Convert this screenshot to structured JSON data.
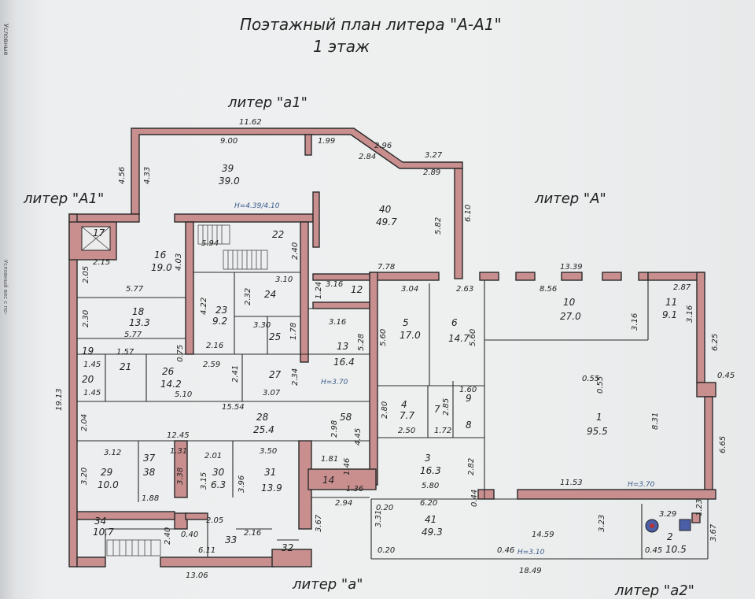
{
  "title": "Поэтажный план литера \"А-А1\"",
  "subtitle": "1 этаж",
  "binding_text": "Условные",
  "binding_text2": "Условный вес с по-",
  "labels": {
    "lit_a1_small": "литер \"а1\"",
    "lit_A1": "литер \"А1\"",
    "lit_A": "литер \"А\"",
    "lit_a": "литер \"а\"",
    "lit_a2": "литер \"а2\""
  },
  "heights": {
    "h1": "Н=4.39/4.10",
    "h2": "Н=3.70",
    "h3": "Н=3.70",
    "h4": "Н=3.10"
  },
  "rooms": [
    {
      "n": "39",
      "area": "39.0"
    },
    {
      "n": "40",
      "area": "49.7"
    },
    {
      "n": "16",
      "area": "19.0"
    },
    {
      "n": "18",
      "area": "13.3"
    },
    {
      "n": "22",
      "area": ""
    },
    {
      "n": "23",
      "area": "9.2"
    },
    {
      "n": "24",
      "area": ""
    },
    {
      "n": "25",
      "area": ""
    },
    {
      "n": "12",
      "area": ""
    },
    {
      "n": "13",
      "area": "16.4"
    },
    {
      "n": "5",
      "area": "17.0"
    },
    {
      "n": "6",
      "area": "14.7"
    },
    {
      "n": "10",
      "area": "27.0"
    },
    {
      "n": "11",
      "area": "9.1"
    },
    {
      "n": "1",
      "area": "95.5"
    },
    {
      "n": "19",
      "area": ""
    },
    {
      "n": "20",
      "area": ""
    },
    {
      "n": "21",
      "area": ""
    },
    {
      "n": "26",
      "area": "14.2"
    },
    {
      "n": "27",
      "area": ""
    },
    {
      "n": "4",
      "area": "7.7"
    },
    {
      "n": "7",
      "area": ""
    },
    {
      "n": "8",
      "area": ""
    },
    {
      "n": "9",
      "area": ""
    },
    {
      "n": "28",
      "area": "25.4"
    },
    {
      "n": "58",
      "area": ""
    },
    {
      "n": "3",
      "area": "16.3"
    },
    {
      "n": "29",
      "area": "10.0"
    },
    {
      "n": "37",
      "area": ""
    },
    {
      "n": "38",
      "area": ""
    },
    {
      "n": "30",
      "area": "6.3"
    },
    {
      "n": "31",
      "area": "13.9"
    },
    {
      "n": "14",
      "area": ""
    },
    {
      "n": "34",
      "area": "10.7"
    },
    {
      "n": "33",
      "area": ""
    },
    {
      "n": "32",
      "area": ""
    },
    {
      "n": "41",
      "area": "49.3"
    },
    {
      "n": "2",
      "area": "10.5"
    },
    {
      "n": "17",
      "area": ""
    }
  ],
  "dims": {
    "d1162": "11.62",
    "d900": "9.00",
    "d199": "1.99",
    "d296": "2.96",
    "d284": "2.84",
    "d327": "3.27",
    "d289": "2.89",
    "d456": "4.56",
    "d433": "4.33",
    "d594": "5.94",
    "d240": "2.40",
    "d403": "4.03",
    "d205": "2.05",
    "d215": "2.15",
    "d778": "7.78",
    "d582": "5.82",
    "d610": "6.10",
    "d1339": "13.39",
    "d263": "2.63",
    "d304": "3.04",
    "d856": "8.56",
    "d287": "2.87",
    "d577a": "5.77",
    "d577b": "5.77",
    "d230": "2.30",
    "d310": "3.10",
    "d232": "2.32",
    "d422": "4.22",
    "d124": "1.24",
    "d316a": "3.16",
    "d316b": "3.16",
    "d316c": "3.16",
    "d316d": "3.16",
    "d330": "3.30",
    "d178": "1.78",
    "d528": "5.28",
    "d560a": "5.60",
    "d560b": "5.60",
    "d625": "6.25",
    "d045": "0.45",
    "d157": "1.57",
    "d145a": "1.45",
    "d145b": "1.45",
    "d075": "0.75",
    "d259": "2.59",
    "d216": "2.16",
    "d241": "2.41",
    "d234": "2.34",
    "d510": "5.10",
    "d307": "3.07",
    "d055a": "0.55",
    "d055b": "0.55",
    "d160": "1.60",
    "d1913": "19.13",
    "d1554": "15.54",
    "d204": "2.04",
    "d280": "2.80",
    "d285": "2.85",
    "d250": "2.50",
    "d172": "1.72",
    "d831": "8.31",
    "d665": "6.65",
    "d1245": "12.45",
    "d298": "2.98",
    "d445": "4.45",
    "d312": "3.12",
    "d131": "1.31",
    "d201": "2.01",
    "d350": "3.50",
    "d181": "1.81",
    "d320": "3.20",
    "d338": "3.38",
    "d315": "3.15",
    "d396": "3.96",
    "d146": "1.46",
    "d188": "1.88",
    "d136": "1.36",
    "d294": "2.94",
    "d580": "5.80",
    "d282": "2.82",
    "d1153": "11.53",
    "d620": "6.20",
    "d044": "0.44",
    "d331": "3.31",
    "d367a": "3.67",
    "d367b": "3.67",
    "d123": "1.23",
    "d329": "3.29",
    "d205b": "2.05",
    "d216b": "2.16",
    "d240b": "2.40",
    "d040": "0.40",
    "d611": "6.11",
    "d1306": "13.06",
    "d1459": "14.59",
    "d1849": "18.49",
    "d323": "3.23",
    "d020a": "0.20",
    "d020b": "0.20",
    "d046": "0.46",
    "d045b": "0.45"
  }
}
